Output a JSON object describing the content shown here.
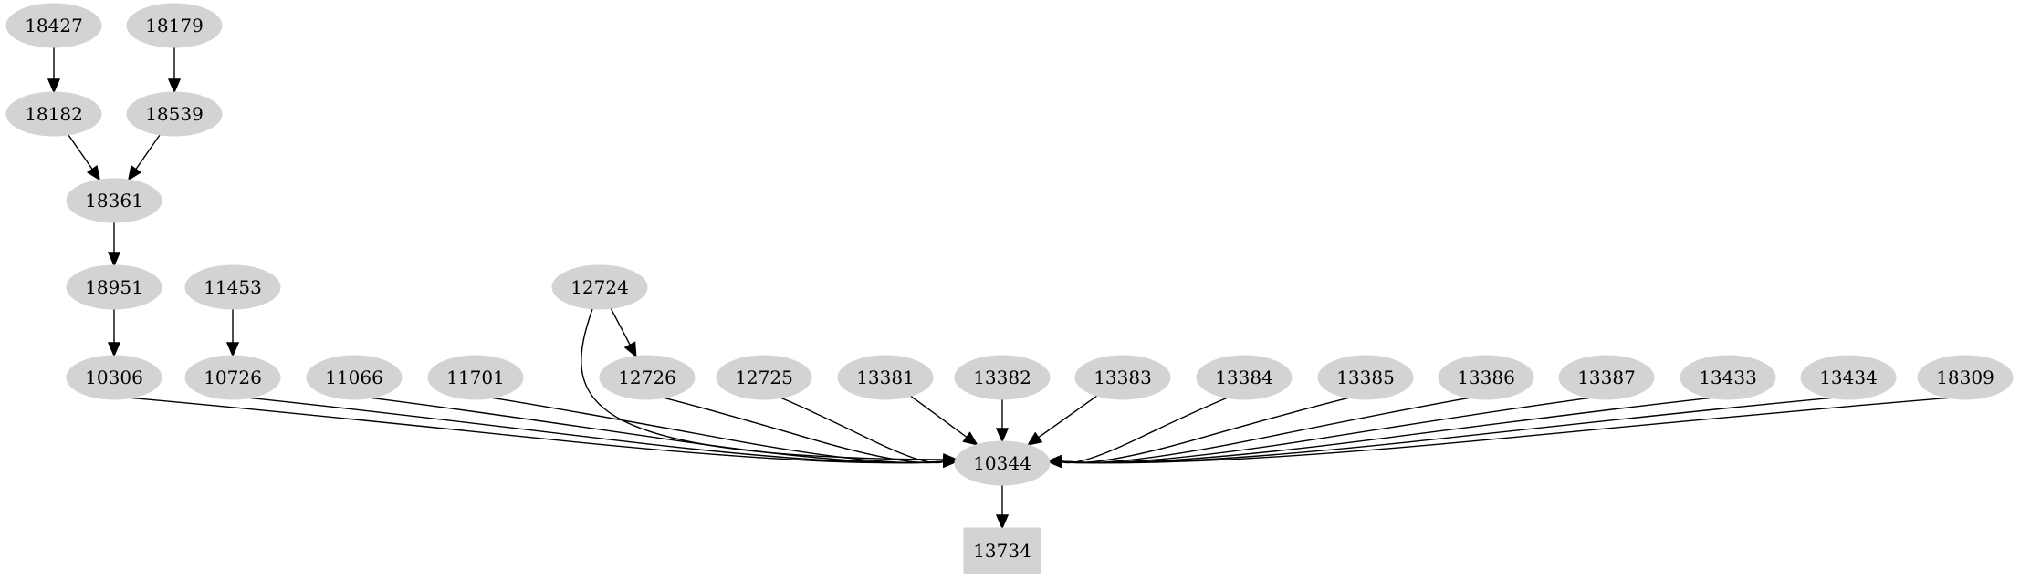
{
  "nodes": [
    {
      "id": "n18427",
      "label": "18427",
      "shape": "ellipse"
    },
    {
      "id": "n18179",
      "label": "18179",
      "shape": "ellipse"
    },
    {
      "id": "n18182",
      "label": "18182",
      "shape": "ellipse"
    },
    {
      "id": "n18539",
      "label": "18539",
      "shape": "ellipse"
    },
    {
      "id": "n18361",
      "label": "18361",
      "shape": "ellipse"
    },
    {
      "id": "n18951",
      "label": "18951",
      "shape": "ellipse"
    },
    {
      "id": "n11453",
      "label": "11453",
      "shape": "ellipse"
    },
    {
      "id": "n12724",
      "label": "12724",
      "shape": "ellipse"
    },
    {
      "id": "n10306",
      "label": "10306",
      "shape": "ellipse"
    },
    {
      "id": "n10726",
      "label": "10726",
      "shape": "ellipse"
    },
    {
      "id": "n11066",
      "label": "11066",
      "shape": "ellipse"
    },
    {
      "id": "n11701",
      "label": "11701",
      "shape": "ellipse"
    },
    {
      "id": "n12726",
      "label": "12726",
      "shape": "ellipse"
    },
    {
      "id": "n12725",
      "label": "12725",
      "shape": "ellipse"
    },
    {
      "id": "n13381",
      "label": "13381",
      "shape": "ellipse"
    },
    {
      "id": "n13382",
      "label": "13382",
      "shape": "ellipse"
    },
    {
      "id": "n13383",
      "label": "13383",
      "shape": "ellipse"
    },
    {
      "id": "n13384",
      "label": "13384",
      "shape": "ellipse"
    },
    {
      "id": "n13385",
      "label": "13385",
      "shape": "ellipse"
    },
    {
      "id": "n13386",
      "label": "13386",
      "shape": "ellipse"
    },
    {
      "id": "n13387",
      "label": "13387",
      "shape": "ellipse"
    },
    {
      "id": "n13433",
      "label": "13433",
      "shape": "ellipse"
    },
    {
      "id": "n13434",
      "label": "13434",
      "shape": "ellipse"
    },
    {
      "id": "n18309",
      "label": "18309",
      "shape": "ellipse"
    },
    {
      "id": "n10344",
      "label": "10344",
      "shape": "ellipse"
    },
    {
      "id": "n13734",
      "label": "13734",
      "shape": "box"
    }
  ],
  "edges": [
    {
      "from": "n18427",
      "to": "n18182"
    },
    {
      "from": "n18179",
      "to": "n18539"
    },
    {
      "from": "n18182",
      "to": "n18361"
    },
    {
      "from": "n18539",
      "to": "n18361"
    },
    {
      "from": "n18361",
      "to": "n18951"
    },
    {
      "from": "n18951",
      "to": "n10306"
    },
    {
      "from": "n11453",
      "to": "n10726"
    },
    {
      "from": "n12724",
      "to": "n12726"
    },
    {
      "from": "n12724",
      "to": "n10344"
    },
    {
      "from": "n10306",
      "to": "n10344"
    },
    {
      "from": "n10726",
      "to": "n10344"
    },
    {
      "from": "n11066",
      "to": "n10344"
    },
    {
      "from": "n11701",
      "to": "n10344"
    },
    {
      "from": "n12726",
      "to": "n10344"
    },
    {
      "from": "n12725",
      "to": "n10344"
    },
    {
      "from": "n13381",
      "to": "n10344"
    },
    {
      "from": "n13382",
      "to": "n10344"
    },
    {
      "from": "n13383",
      "to": "n10344"
    },
    {
      "from": "n13384",
      "to": "n10344"
    },
    {
      "from": "n13385",
      "to": "n10344"
    },
    {
      "from": "n13386",
      "to": "n10344"
    },
    {
      "from": "n13387",
      "to": "n10344"
    },
    {
      "from": "n13433",
      "to": "n10344"
    },
    {
      "from": "n13434",
      "to": "n10344"
    },
    {
      "from": "n18309",
      "to": "n10344"
    },
    {
      "from": "n10344",
      "to": "n13734"
    }
  ],
  "colors": {
    "node_fill": "#d3d3d3",
    "edge": "#000000",
    "background": "#ffffff"
  }
}
